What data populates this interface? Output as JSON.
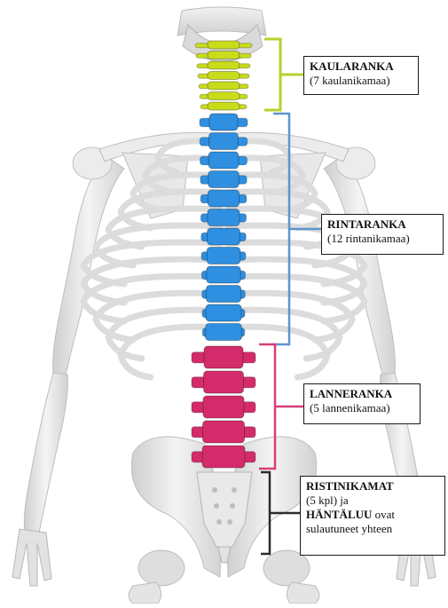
{
  "regions": {
    "cervical": {
      "title": "KAULARANKA",
      "subtitle": "(7 kaulanikamaa)",
      "color": "#c8dc1c",
      "bracket_color": "#b4d22c"
    },
    "thoracic": {
      "title": "RINTARANKA",
      "subtitle": "(12 rintanikamaa)",
      "color": "#2f8fe0",
      "bracket_color": "#5b95cf"
    },
    "lumbar": {
      "title": "LANNERANKA",
      "subtitle": "(5 lannenikamaa)",
      "color": "#d42c6a",
      "bracket_color": "#d83d78"
    },
    "sacral": {
      "title": "RISTINIKAMAT",
      "line2": "(5 kpl) ja",
      "tail_bold": "HÄNTÄLUU",
      "tail_rest": " ovat",
      "line4": "sulautuneet yhteen",
      "bracket_color": "#2b2b2b"
    }
  },
  "bone_color": "#e6e6e6"
}
